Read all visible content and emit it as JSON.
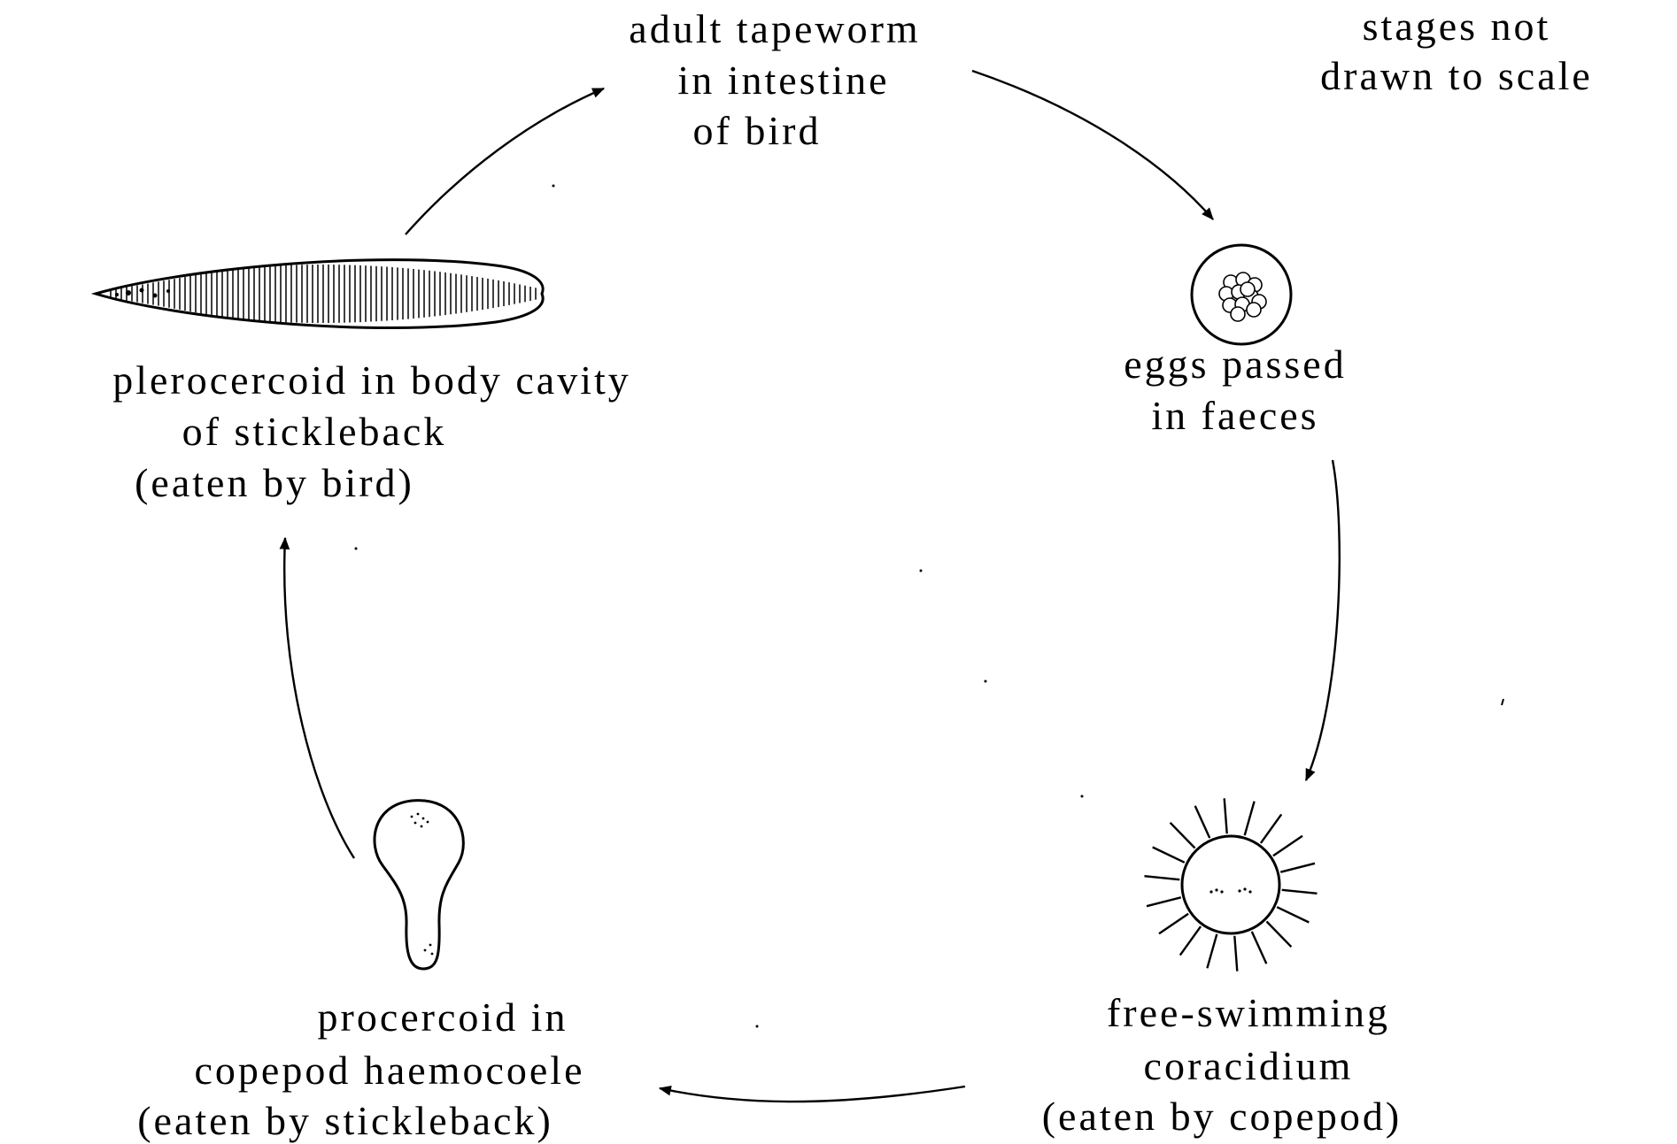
{
  "note": {
    "line1": "stages not",
    "line2": "drawn to scale"
  },
  "stages": {
    "adult": {
      "line1": "adult tapeworm",
      "line2": "in intestine",
      "line3": "of bird"
    },
    "eggs": {
      "line1": "eggs passed",
      "line2": "in faeces"
    },
    "coracidium": {
      "line1": "free-swimming",
      "line2": "coracidium",
      "line3": "(eaten by copepod)"
    },
    "procercoid": {
      "line1": "procercoid in",
      "line2": "copepod haemocoele",
      "line3": "(eaten by stickleback)"
    },
    "plerocercoid": {
      "line1": "plerocercoid in body cavity",
      "line2": "of stickleback",
      "line3": "(eaten by bird)"
    }
  },
  "colors": {
    "ink": "#000000",
    "paper": "#ffffff"
  }
}
